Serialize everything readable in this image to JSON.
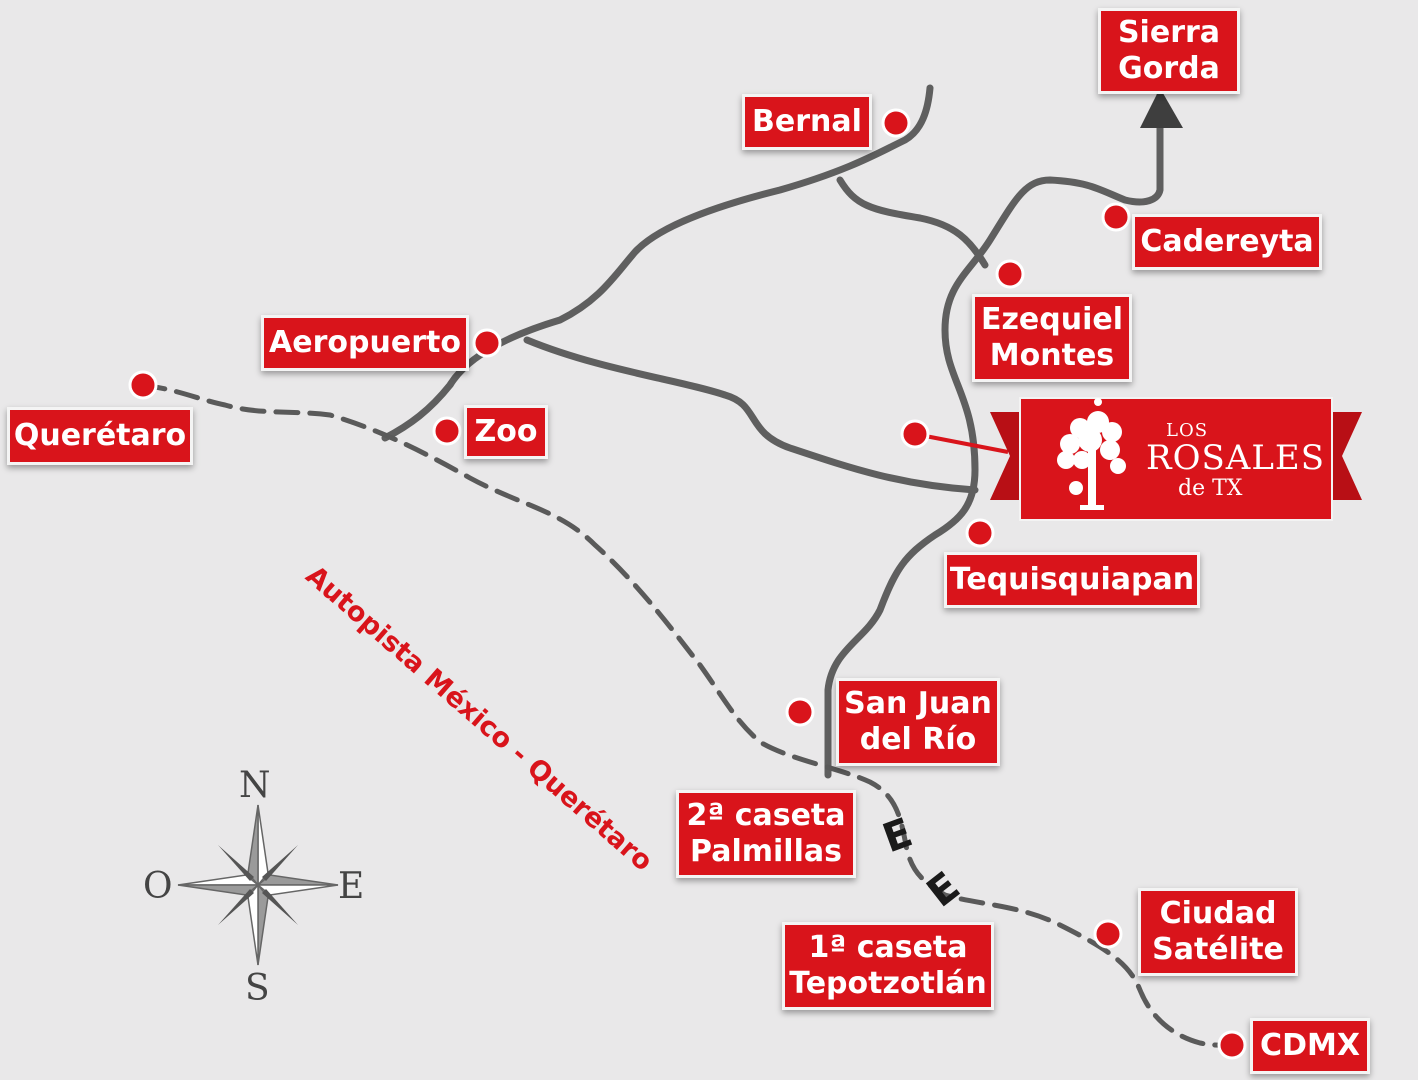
{
  "map": {
    "places": {
      "queretaro": "Querétaro",
      "aeropuerto": "Aeropuerto",
      "zoo": "Zoo",
      "bernal": "Bernal",
      "sierra_gorda": "Sierra\nGorda",
      "cadereyta": "Cadereyta",
      "ezequiel_montes": "Ezequiel\nMontes",
      "tequisquiapan": "Tequisquiapan",
      "san_juan_del_rio": "San Juan\ndel Río",
      "segunda_caseta": "2ª caseta\nPalmillas",
      "primera_caseta": "1ª caseta\nTepotzotlán",
      "ciudad_satelite": "Ciudad\nSatélite",
      "cdmx": "CDMX"
    },
    "highway_label": "Autopista México - Querétaro",
    "toll_symbol": "E",
    "destination": {
      "line1": "LOS",
      "line2": "ROSALES",
      "line3": "de TX",
      "icon": "tree-icon"
    },
    "compass": {
      "north": "N",
      "south": "S",
      "east": "E",
      "west": "O"
    },
    "colors": {
      "accent": "#d9141b",
      "road": "#5f5f5f",
      "background": "#e9e8e9"
    }
  }
}
